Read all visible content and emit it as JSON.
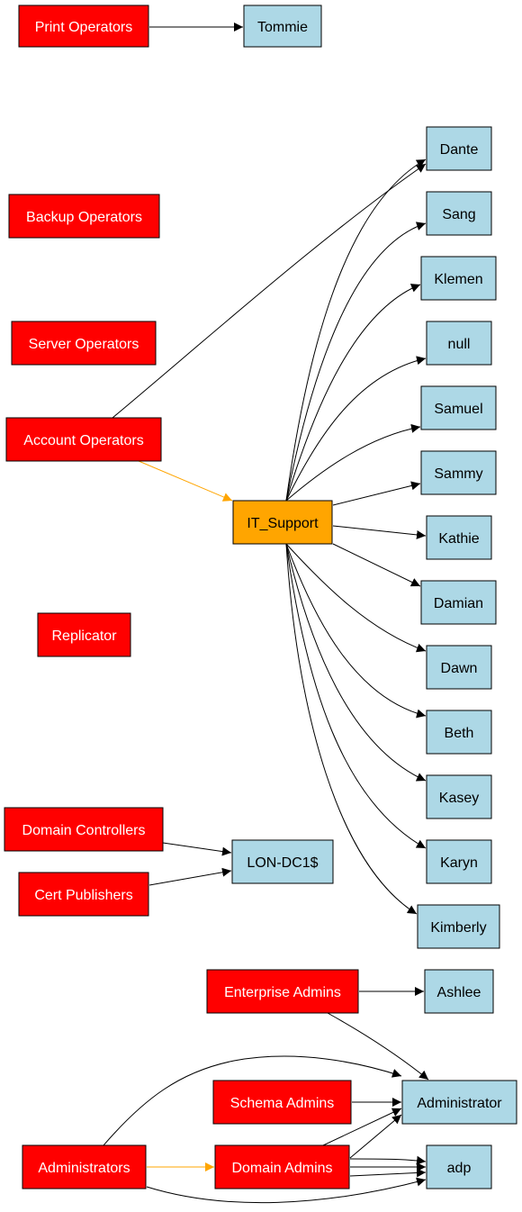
{
  "colors": {
    "group": "#ff0000",
    "group_text": "#ffffff",
    "user": "#add8e6",
    "user_text": "#000000",
    "highlight": "#ffa500",
    "edge": "#000000",
    "edge_highlight": "#ffa500"
  },
  "nodes": [
    {
      "id": "print-operators",
      "label": "Print Operators",
      "kind": "group"
    },
    {
      "id": "tommie",
      "label": "Tommie",
      "kind": "user"
    },
    {
      "id": "dante",
      "label": "Dante",
      "kind": "user"
    },
    {
      "id": "backup-operators",
      "label": "Backup Operators",
      "kind": "group"
    },
    {
      "id": "sang",
      "label": "Sang",
      "kind": "user"
    },
    {
      "id": "klemen",
      "label": "Klemen",
      "kind": "user"
    },
    {
      "id": "server-operators",
      "label": "Server Operators",
      "kind": "group"
    },
    {
      "id": "null",
      "label": "null",
      "kind": "user"
    },
    {
      "id": "samuel",
      "label": "Samuel",
      "kind": "user"
    },
    {
      "id": "account-operators",
      "label": "Account Operators",
      "kind": "group"
    },
    {
      "id": "sammy",
      "label": "Sammy",
      "kind": "user"
    },
    {
      "id": "it-support",
      "label": "IT_Support",
      "kind": "highlight"
    },
    {
      "id": "kathie",
      "label": "Kathie",
      "kind": "user"
    },
    {
      "id": "damian",
      "label": "Damian",
      "kind": "user"
    },
    {
      "id": "replicator",
      "label": "Replicator",
      "kind": "group"
    },
    {
      "id": "dawn",
      "label": "Dawn",
      "kind": "user"
    },
    {
      "id": "beth",
      "label": "Beth",
      "kind": "user"
    },
    {
      "id": "kasey",
      "label": "Kasey",
      "kind": "user"
    },
    {
      "id": "domain-controllers",
      "label": "Domain Controllers",
      "kind": "group"
    },
    {
      "id": "lon-dc1",
      "label": "LON-DC1$",
      "kind": "user"
    },
    {
      "id": "karyn",
      "label": "Karyn",
      "kind": "user"
    },
    {
      "id": "cert-publishers",
      "label": "Cert Publishers",
      "kind": "group"
    },
    {
      "id": "kimberly",
      "label": "Kimberly",
      "kind": "user"
    },
    {
      "id": "enterprise-admins",
      "label": "Enterprise Admins",
      "kind": "group"
    },
    {
      "id": "ashlee",
      "label": "Ashlee",
      "kind": "user"
    },
    {
      "id": "schema-admins",
      "label": "Schema Admins",
      "kind": "group"
    },
    {
      "id": "administrator",
      "label": "Administrator",
      "kind": "user"
    },
    {
      "id": "administrators",
      "label": "Administrators",
      "kind": "group"
    },
    {
      "id": "domain-admins",
      "label": "Domain Admins",
      "kind": "group"
    },
    {
      "id": "adp",
      "label": "adp",
      "kind": "user"
    }
  ],
  "edges": [
    {
      "from": "print-operators",
      "to": "tommie"
    },
    {
      "from": "account-operators",
      "to": "dante"
    },
    {
      "from": "account-operators",
      "to": "it-support",
      "highlight": true
    },
    {
      "from": "it-support",
      "to": "dante"
    },
    {
      "from": "it-support",
      "to": "sang"
    },
    {
      "from": "it-support",
      "to": "klemen"
    },
    {
      "from": "it-support",
      "to": "null"
    },
    {
      "from": "it-support",
      "to": "samuel"
    },
    {
      "from": "it-support",
      "to": "sammy"
    },
    {
      "from": "it-support",
      "to": "kathie"
    },
    {
      "from": "it-support",
      "to": "damian"
    },
    {
      "from": "it-support",
      "to": "dawn"
    },
    {
      "from": "it-support",
      "to": "beth"
    },
    {
      "from": "it-support",
      "to": "kasey"
    },
    {
      "from": "it-support",
      "to": "karyn"
    },
    {
      "from": "it-support",
      "to": "kimberly"
    },
    {
      "from": "domain-controllers",
      "to": "lon-dc1"
    },
    {
      "from": "cert-publishers",
      "to": "lon-dc1"
    },
    {
      "from": "enterprise-admins",
      "to": "ashlee"
    },
    {
      "from": "enterprise-admins",
      "to": "administrator"
    },
    {
      "from": "schema-admins",
      "to": "administrator"
    },
    {
      "from": "administrators",
      "to": "administrator"
    },
    {
      "from": "administrators",
      "to": "domain-admins",
      "highlight": true
    },
    {
      "from": "administrators",
      "to": "adp"
    },
    {
      "from": "domain-admins",
      "to": "administrator"
    },
    {
      "from": "domain-admins",
      "to": "adp"
    }
  ]
}
